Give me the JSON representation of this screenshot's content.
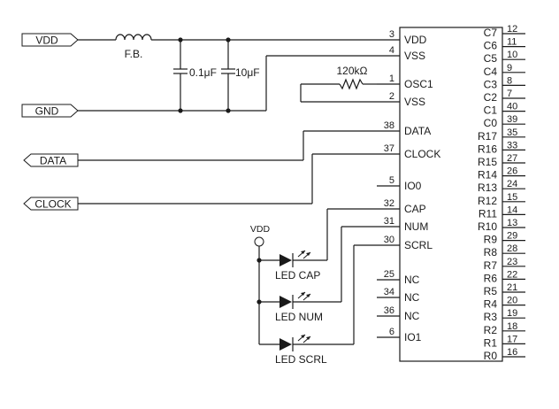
{
  "ports": {
    "vdd": "VDD",
    "gnd": "GND",
    "data": "DATA",
    "clock": "CLOCK"
  },
  "components": {
    "ferrite_bead": "F.B.",
    "cap_small": "0.1μF",
    "cap_large": "10μF",
    "resistor": "120kΩ",
    "vdd_rail": "VDD",
    "led_cap": "LED CAP",
    "led_num": "LED NUM",
    "led_scrl": "LED SCRL"
  },
  "chip": {
    "left_pins": [
      {
        "num": "3",
        "name": "VDD"
      },
      {
        "num": "4",
        "name": "VSS"
      },
      {
        "num": "1",
        "name": "OSC1"
      },
      {
        "num": "2",
        "name": "VSS"
      },
      {
        "num": "38",
        "name": "DATA"
      },
      {
        "num": "37",
        "name": "CLOCK"
      },
      {
        "num": "5",
        "name": "IO0"
      },
      {
        "num": "32",
        "name": "CAP"
      },
      {
        "num": "31",
        "name": "NUM"
      },
      {
        "num": "30",
        "name": "SCRL"
      },
      {
        "num": "25",
        "name": "NC"
      },
      {
        "num": "34",
        "name": "NC"
      },
      {
        "num": "36",
        "name": "NC"
      },
      {
        "num": "6",
        "name": "IO1"
      }
    ],
    "right_pins": [
      {
        "name": "C7",
        "num": "12"
      },
      {
        "name": "C6",
        "num": "11"
      },
      {
        "name": "C5",
        "num": "10"
      },
      {
        "name": "C4",
        "num": "9"
      },
      {
        "name": "C3",
        "num": "8"
      },
      {
        "name": "C2",
        "num": "7"
      },
      {
        "name": "C1",
        "num": "40"
      },
      {
        "name": "C0",
        "num": "39"
      },
      {
        "name": "R17",
        "num": "35"
      },
      {
        "name": "R16",
        "num": "33"
      },
      {
        "name": "R15",
        "num": "27"
      },
      {
        "name": "R14",
        "num": "26"
      },
      {
        "name": "R13",
        "num": "24"
      },
      {
        "name": "R12",
        "num": "15"
      },
      {
        "name": "R11",
        "num": "14"
      },
      {
        "name": "R10",
        "num": "13"
      },
      {
        "name": "R9",
        "num": "29"
      },
      {
        "name": "R8",
        "num": "28"
      },
      {
        "name": "R7",
        "num": "23"
      },
      {
        "name": "R6",
        "num": "22"
      },
      {
        "name": "R5",
        "num": "21"
      },
      {
        "name": "R4",
        "num": "20"
      },
      {
        "name": "R3",
        "num": "19"
      },
      {
        "name": "R2",
        "num": "18"
      },
      {
        "name": "R1",
        "num": "17"
      },
      {
        "name": "R0",
        "num": "16"
      }
    ]
  }
}
